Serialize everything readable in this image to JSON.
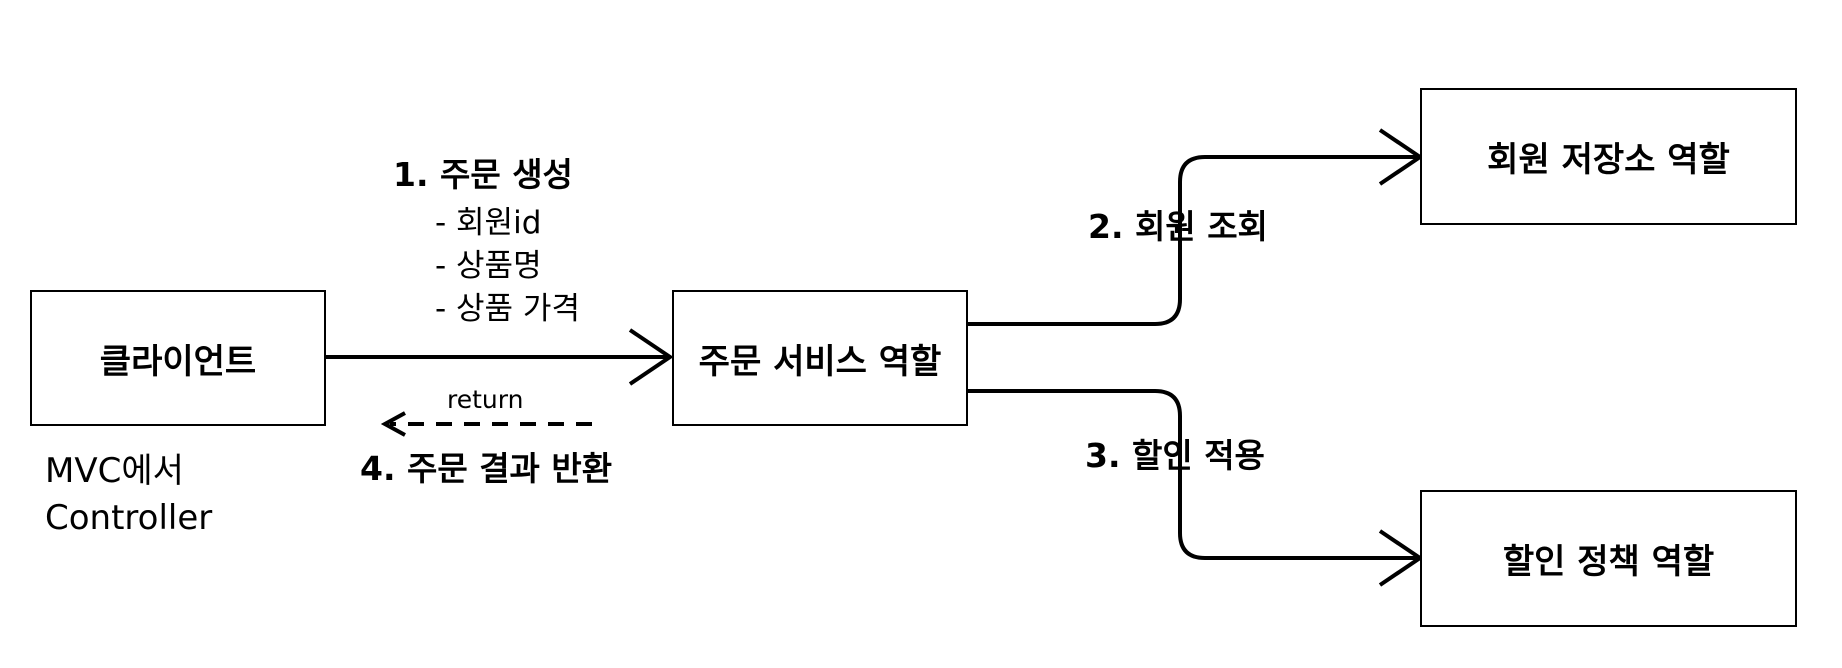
{
  "nodes": {
    "client": "클라이언트",
    "order_service": "주문 서비스 역할",
    "member_repo": "회원 저장소 역할",
    "discount_policy": "할인 정책 역할"
  },
  "edges": {
    "create_order": {
      "title": "1. 주문 생성",
      "params": [
        "- 회원id",
        "- 상품명",
        "- 상품 가격"
      ]
    },
    "return_label": "return",
    "return_result": "4. 주문 결과 반환",
    "member_lookup": "2. 회원 조회",
    "apply_discount": "3. 할인 적용"
  },
  "annotation": {
    "line1": "MVC에서",
    "line2": "Controller"
  },
  "colors": {
    "stroke": "#000000",
    "background": "#ffffff"
  }
}
